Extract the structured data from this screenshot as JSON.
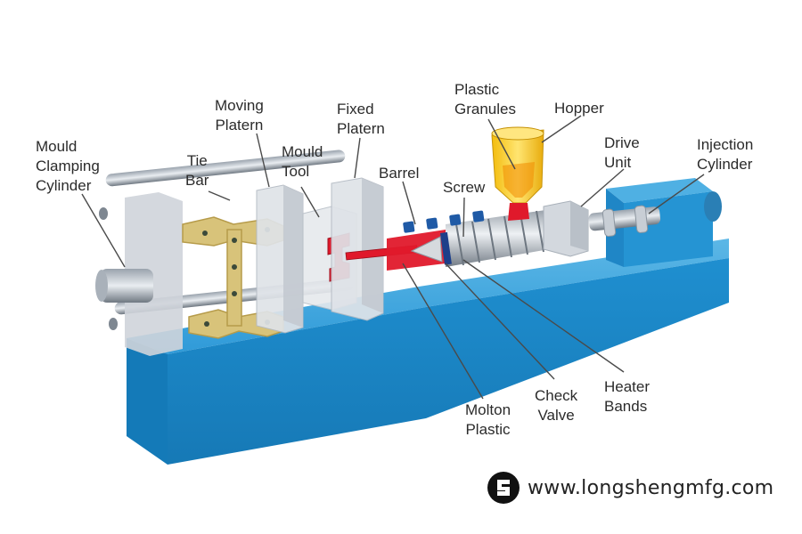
{
  "labels": {
    "mould_clamping_cylinder": [
      "Mould",
      "Clamping",
      "Cylinder"
    ],
    "tie_bar": [
      "Tie",
      "Bar"
    ],
    "moving_platern": [
      "Moving",
      "Platern"
    ],
    "mould_tool": [
      "Mould",
      "Tool"
    ],
    "fixed_platern": [
      "Fixed",
      "Platern"
    ],
    "barrel": [
      "Barrel"
    ],
    "plastic_granules": [
      "Plastic",
      "Granules"
    ],
    "hopper": [
      "Hopper"
    ],
    "screw": [
      "Screw"
    ],
    "drive_unit": [
      "Drive",
      "Unit"
    ],
    "injection_cylinder": [
      "Injection",
      "Cylinder"
    ],
    "molton_plastic": [
      "Molton",
      "Plastic"
    ],
    "check_valve": [
      "Check",
      "Valve"
    ],
    "heater_bands": [
      "Heater",
      "Bands"
    ]
  },
  "watermark": {
    "text": "www.longshengmfg.com",
    "logo": "longsheng-logo-icon"
  },
  "colors": {
    "base_blue": "#1f8fd0",
    "platen_grey": "#d9dde3",
    "molten_red": "#e0192b",
    "hopper_yellow": "#f5c400",
    "linkage_gold": "#d8c37a"
  }
}
